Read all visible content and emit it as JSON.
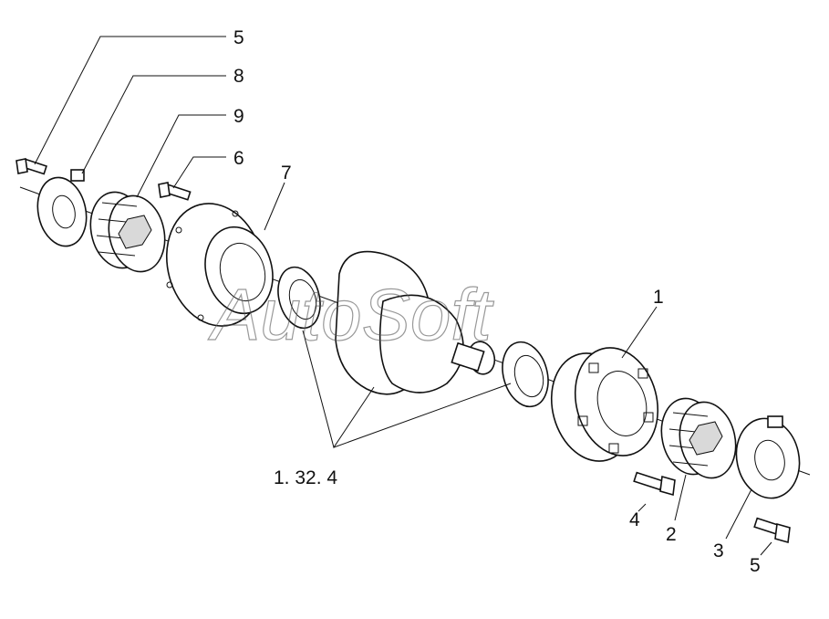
{
  "callouts": {
    "c5_top": "5",
    "c8": "8",
    "c9": "9",
    "c6": "6",
    "c7": "7",
    "c1": "1",
    "c4": "4",
    "c2": "2",
    "c3": "3",
    "c5_bottom": "5"
  },
  "assembly_label": "1. 32. 4",
  "watermark": "AutoSoft",
  "colors": {
    "line": "#111111",
    "shade": "#d9d9d9",
    "background": "#ffffff"
  }
}
